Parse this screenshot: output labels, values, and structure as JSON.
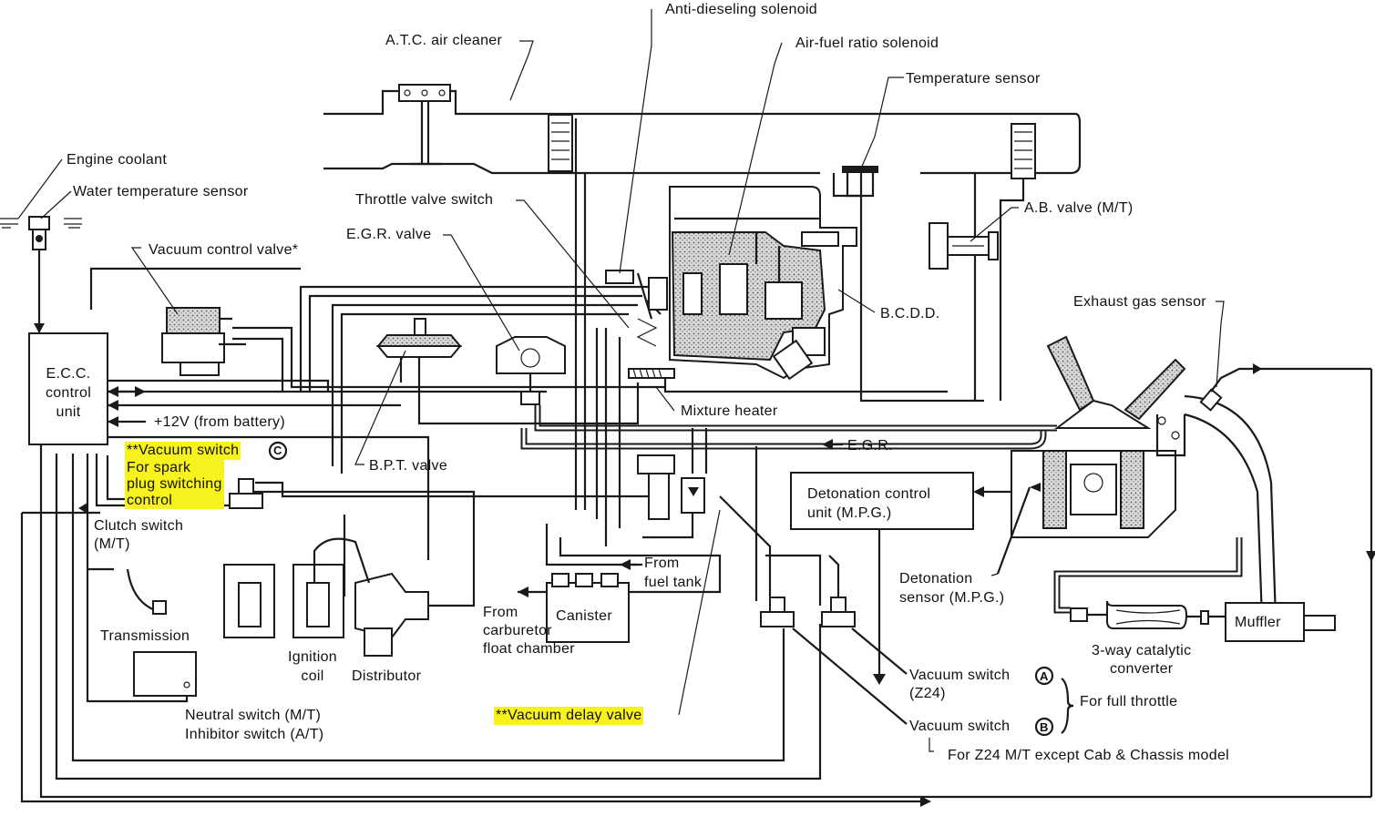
{
  "labels": {
    "anti_dieseling_solenoid": "Anti-dieseling solenoid",
    "atc_air_cleaner": "A.T.C. air cleaner",
    "air_fuel_ratio_solenoid": "Air-fuel ratio solenoid",
    "temperature_sensor": "Temperature sensor",
    "engine_coolant": "Engine coolant",
    "water_temperature_sensor": "Water temperature sensor",
    "throttle_valve_switch": "Throttle valve switch",
    "ab_valve": "A.B. valve (M/T)",
    "egr_valve": "E.G.R. valve",
    "vacuum_control_valve": "Vacuum control valve*",
    "bcdd": "B.C.D.D.",
    "exhaust_gas_sensor": "Exhaust gas sensor",
    "ecc_control_unit": "E.C.C.\ncontrol\nunit",
    "mixture_heater": "Mixture heater",
    "plus12v": "+12V (from battery)",
    "egr_flow": "E.G.R.",
    "vacuum_switch_c": "**Vacuum switch",
    "vacuum_switch_c_letter": "C",
    "for_spark_plug": "For spark\nplug switching\ncontrol",
    "bpt_valve": "B.P.T. valve",
    "detonation_control_unit": "Detonation control\nunit (M.P.G.)",
    "clutch_switch": "Clutch switch\n(M/T)",
    "from_fuel_tank": "From\nfuel tank",
    "detonation_sensor": "Detonation\nsensor (M.P.G.)",
    "transmission": "Transmission",
    "from_carburetor": "From\ncarburetor\nfloat chamber",
    "canister": "Canister",
    "muffler": "Muffler",
    "three_way_cat": "3-way catalytic\nconverter",
    "ignition_coil": "Ignition\ncoil",
    "distributor": "Distributor",
    "vacuum_switch_a": "Vacuum switch",
    "vacuum_switch_a_letter": "A",
    "z24": "(Z24)",
    "for_full_throttle": "For full throttle",
    "neutral_switch": "Neutral switch (M/T)\nInhibitor switch (A/T)",
    "vacuum_delay_valve": "**Vacuum delay valve",
    "vacuum_switch_b": "Vacuum switch",
    "vacuum_switch_b_letter": "B",
    "for_z24_mt": "For Z24 M/T except Cab & Chassis model"
  },
  "colors": {
    "highlight": "#f7f21e",
    "ink": "#1a1a1a",
    "background": "#ffffff"
  }
}
